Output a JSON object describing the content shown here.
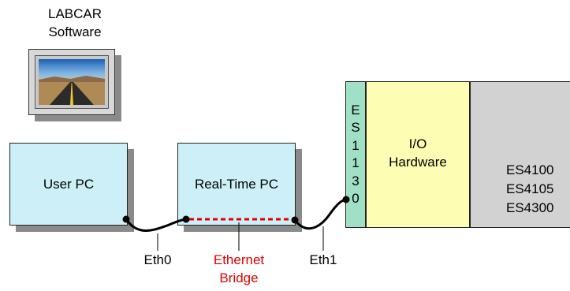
{
  "software": {
    "line1": "LABCAR",
    "line2": "Software",
    "icon": "road-landscape-icon"
  },
  "nodes": {
    "user_pc": "User PC",
    "rt_pc": "Real-Time PC",
    "es1130": [
      "E",
      "S",
      "1",
      "1",
      "3",
      "0"
    ],
    "io": {
      "line1": "I/O",
      "line2": "Hardware"
    },
    "es_list": [
      "ES4100",
      "ES4105",
      "ES4300"
    ]
  },
  "links": {
    "eth0": "Eth0",
    "eth1": "Eth1",
    "bridge": {
      "line1": "Ethernet",
      "line2": "Bridge"
    }
  },
  "colors": {
    "pc_fill": "#cdf0f8",
    "es1130_fill": "#9fe0c6",
    "io_fill": "#fdfdb3",
    "es_fill": "#d2d2d2",
    "bridge": "#e00000",
    "cable": "#000000"
  }
}
